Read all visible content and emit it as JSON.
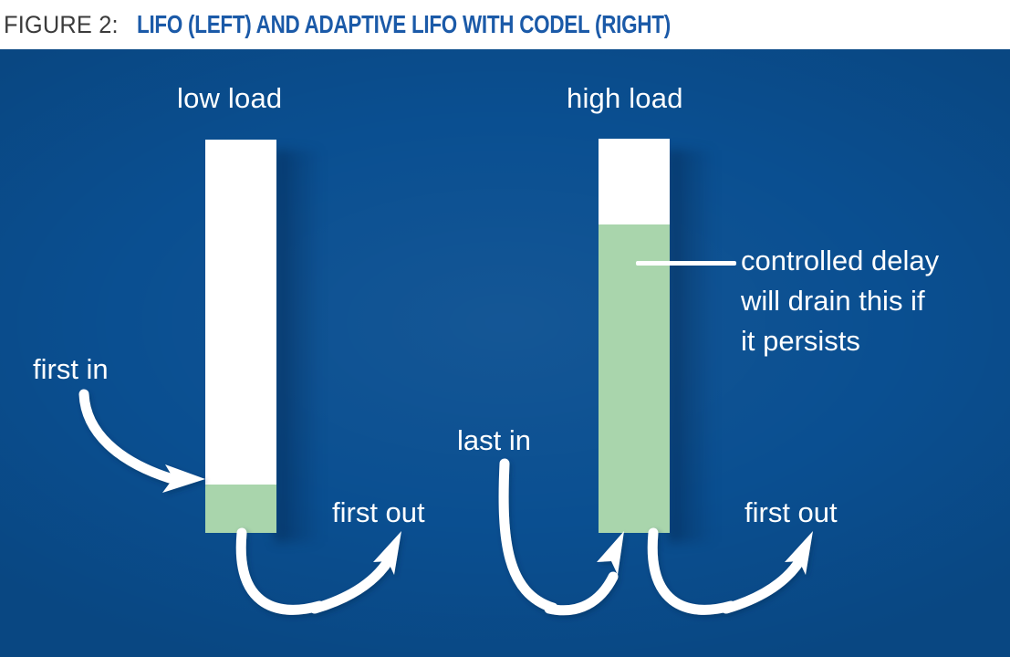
{
  "caption": {
    "label": "FIGURE 2:",
    "title": "LIFO (LEFT) AND ADAPTIVE LIFO WITH CODEL (RIGHT)"
  },
  "colors": {
    "panel_background": "#0a4f91",
    "queue_empty": "#ffffff",
    "queue_filled": "#a9d5ac",
    "text": "#ffffff",
    "caption_label": "#3b3b3b",
    "caption_title": "#1b5aa8"
  },
  "panels": {
    "left": {
      "heading": "low load",
      "queue": {
        "empty_label": "empty-queue-space",
        "filled_label": "queued-requests",
        "fill_fraction": 0.12
      },
      "annotations": {
        "first_in": "first in",
        "first_out": "first out"
      }
    },
    "right": {
      "heading": "high load",
      "queue": {
        "empty_label": "empty-queue-space",
        "filled_label": "queued-requests",
        "fill_fraction": 0.78
      },
      "annotations": {
        "last_in": "last in",
        "first_out": "first out",
        "callout": "controlled delay will drain this if it persists",
        "callout_lines": [
          "controlled delay",
          "will drain this if",
          "it persists"
        ]
      }
    }
  }
}
